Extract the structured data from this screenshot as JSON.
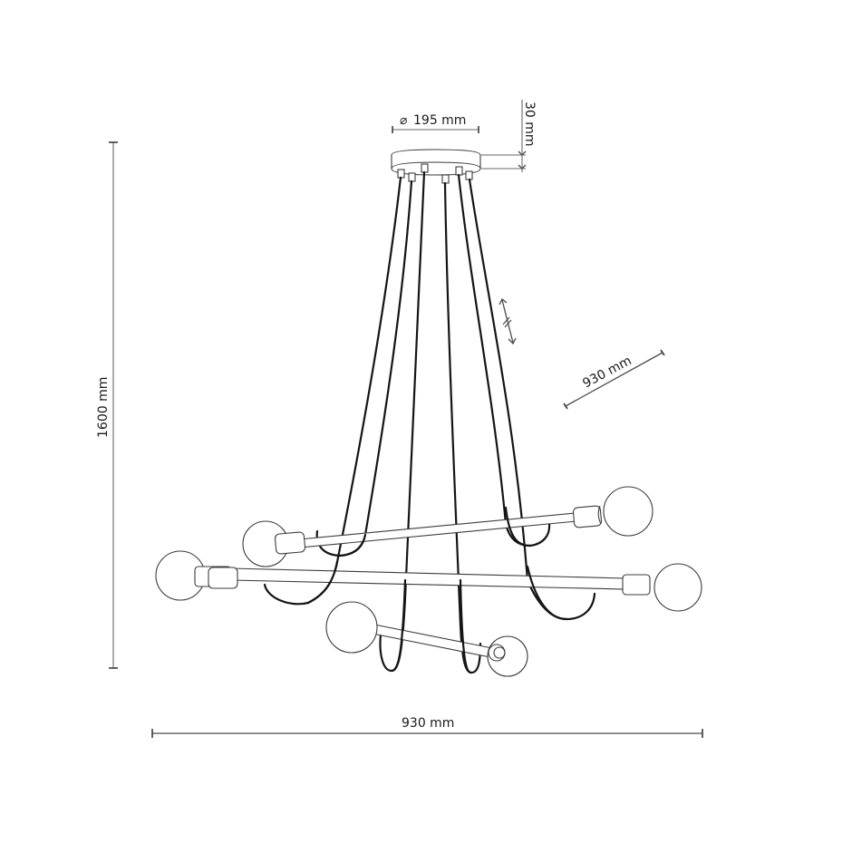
{
  "diagram": {
    "subject": "Pendant chandelier with six globe bulbs on three bars",
    "colors": {
      "background": "#ffffff",
      "line": "#151515",
      "outline": "#3c3c3c",
      "dimension_line": "#9a9a9a",
      "text": "#1a1a1a"
    },
    "dimensions": {
      "canopy_diameter": {
        "symbol": "⌀",
        "label": "195 mm"
      },
      "canopy_height": {
        "label": "30 mm"
      },
      "total_height": {
        "label": "1600 mm"
      },
      "depth": {
        "label": "930  mm"
      },
      "width": {
        "label": "930 mm"
      },
      "adjustable_cable": {
        "icon": "adjustable-length-arrow-icon"
      }
    },
    "components": {
      "canopy": {
        "count": 1,
        "shape": "round"
      },
      "cables": {
        "count": 6
      },
      "bars": {
        "count": 3
      },
      "bulbs": {
        "count": 6,
        "shape": "globe"
      }
    }
  }
}
